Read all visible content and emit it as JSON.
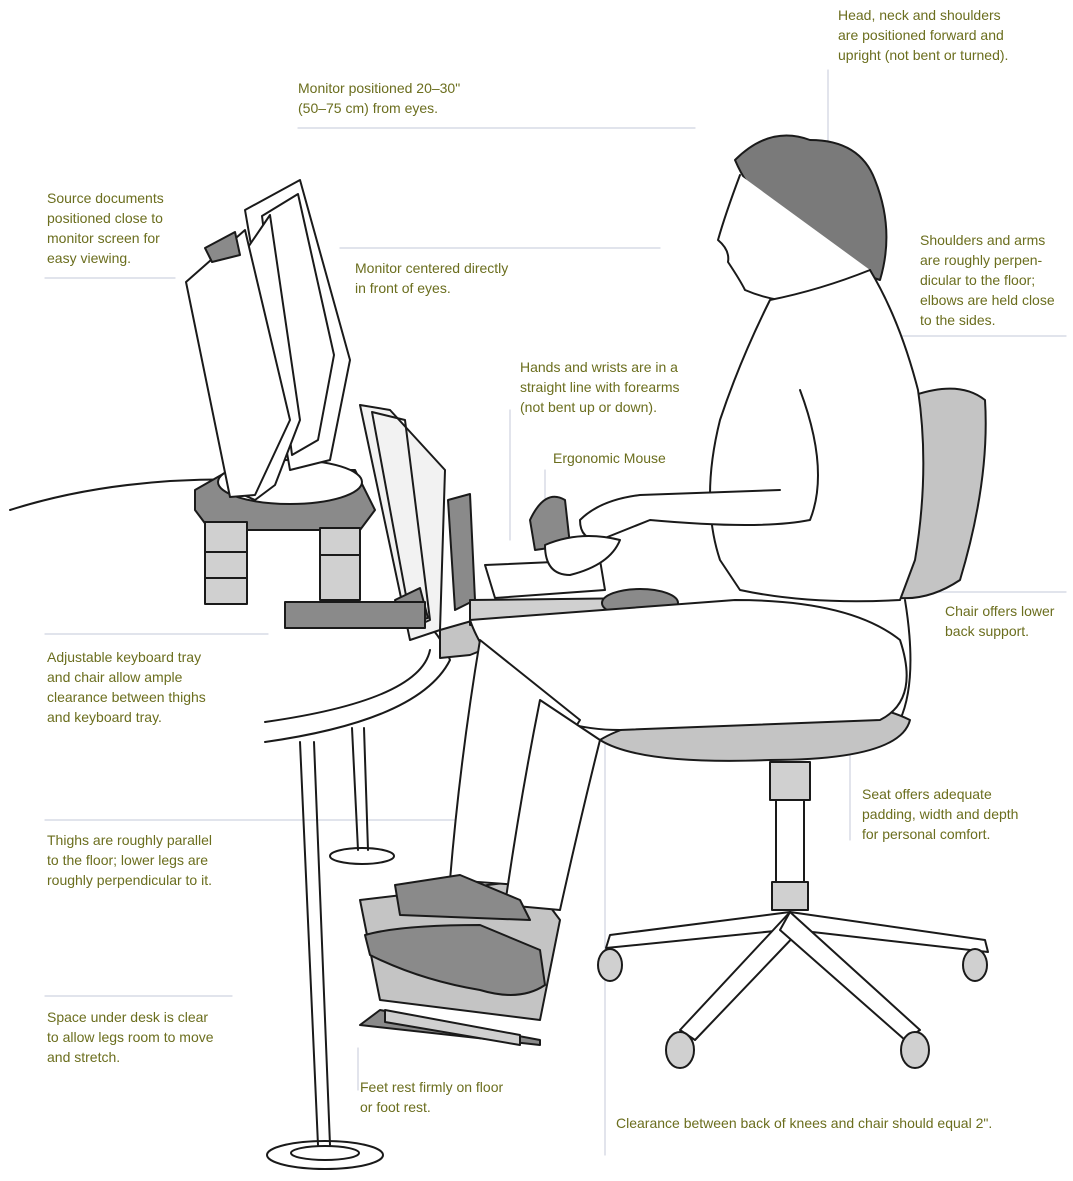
{
  "annotations": {
    "head": "Head, neck and shoulders\nare positioned forward and\nupright (not bent or turned).",
    "monitor_distance": "Monitor positioned 20–30\"\n(50–75 cm) from eyes.",
    "source_documents": "Source documents\npositioned close to\nmonitor screen for\neasy viewing.",
    "monitor_centered": "Monitor centered directly\nin front of eyes.",
    "shoulders_arms": "Shoulders and arms\nare roughly perpen-\ndicular to the floor;\nelbows are held close\nto the sides.",
    "hands_wrists": "Hands and wrists are in a\nstraight line with forearms\n(not bent up or down).",
    "mouse": "Ergonomic Mouse",
    "lower_back": "Chair offers lower\nback support.",
    "keyboard_tray": "Adjustable keyboard tray\nand chair allow ample\nclearance between thighs\nand keyboard tray.",
    "seat": "Seat offers adequate\npadding, width and depth\nfor personal comfort.",
    "thighs": "Thighs are roughly parallel\nto the floor; lower legs are\nroughly perpendicular to it.",
    "under_desk": "Space under desk is clear\nto allow legs room to move\nand stretch.",
    "feet": "Feet rest firmly on floor\nor foot rest.",
    "clearance": "Clearance between back of knees and chair should equal 2\"."
  },
  "colors": {
    "label_text": "#6b6e1e",
    "leader_line": "#cfd3e0",
    "hair": "#7a7a7a",
    "chair": "#c4c4c4",
    "equipment_dark": "#8a8a8a",
    "equipment_light": "#d0d0d0",
    "outline": "#1a1a1a"
  }
}
